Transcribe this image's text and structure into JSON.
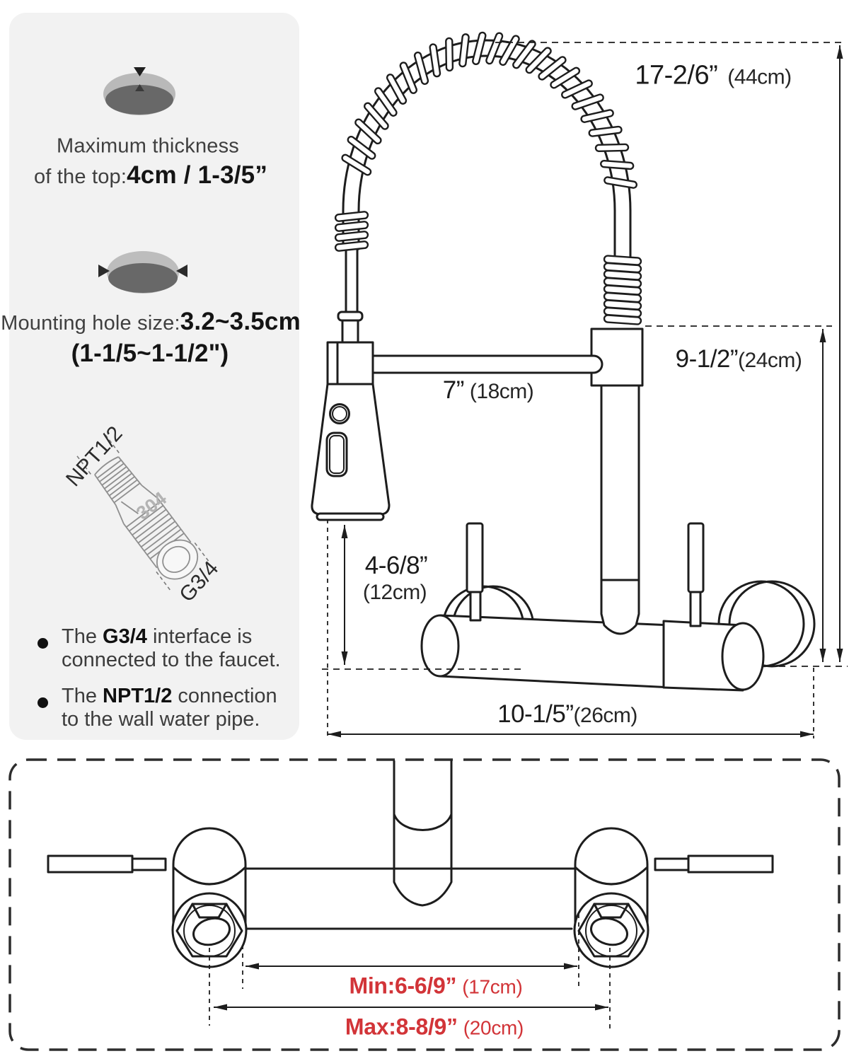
{
  "left_panel": {
    "thickness": {
      "line1": "Maximum thickness",
      "line2_regular": "of the top:",
      "line2_bold": "4cm / 1-3/5”"
    },
    "mounting": {
      "line1_regular": "Mounting hole size:",
      "line1_bold": "3.2~3.5cm",
      "line2_bold": "(1-1/5~1-1/2\")"
    },
    "adapter": {
      "top_label": "NPT1/2",
      "material_label": "304",
      "bottom_label": "G3/4"
    },
    "bullets": [
      {
        "pre": "The ",
        "bold": "G3/4",
        "post": " interface is connected to the faucet."
      },
      {
        "pre": "The ",
        "bold": "NPT1/2",
        "post": " connection to the wall water pipe."
      }
    ]
  },
  "front_view": {
    "dim_total_height": {
      "inches": "17-2/6”",
      "cm": "(44cm)"
    },
    "dim_pipe_height": {
      "inches": "9-1/2”",
      "cm": "(24cm)"
    },
    "dim_spout_reach": {
      "inches": "7”",
      "cm": "(18cm)"
    },
    "dim_head_clearance": {
      "inches": "4-6/8”",
      "cm": "(12cm)"
    },
    "dim_overall_width": {
      "inches": "10-1/5”",
      "cm": "(26cm)"
    }
  },
  "bottom_view": {
    "dim_min": {
      "label": "Min:6-6/9”",
      "cm": "(17cm)"
    },
    "dim_max": {
      "label": "Max:8-8/9”",
      "cm": "(20cm)"
    }
  },
  "colors": {
    "accent_red": "#d23438",
    "line": "#1d1d1d",
    "panel_bg": "#f2f2f2"
  }
}
